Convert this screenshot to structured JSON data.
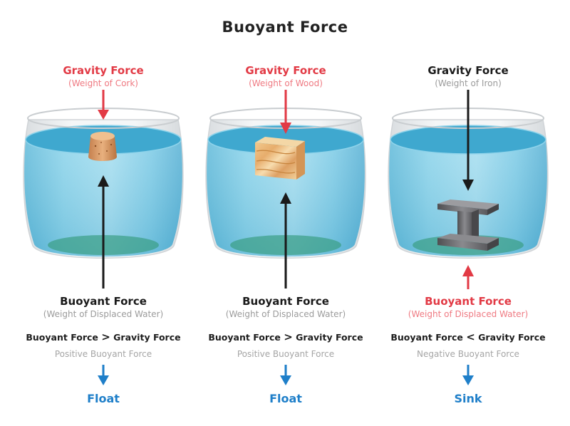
{
  "title": "Buoyant Force",
  "columns": [
    {
      "gravity_label": "Gravity Force",
      "gravity_sub": "(Weight of Cork)",
      "buoyant_label": "Buoyant Force",
      "buoyant_sub": "(Weight of Displaced Water)",
      "comparison_left": "Buoyant Force",
      "comparison_symbol": ">",
      "comparison_right": "Gravity Force",
      "buoyancy_kind": "Positive Buoyant Force",
      "result": "Float",
      "object": "cork"
    },
    {
      "gravity_label": "Gravity Force",
      "gravity_sub": "(Weight of Wood)",
      "buoyant_label": "Buoyant Force",
      "buoyant_sub": "(Weight of Displaced Water)",
      "comparison_left": "Buoyant Force",
      "comparison_symbol": ">",
      "comparison_right": "Gravity Force",
      "buoyancy_kind": "Positive Buoyant Force",
      "result": "Float",
      "object": "wood-block"
    },
    {
      "gravity_label": "Gravity Force",
      "gravity_sub": "(Weight of Iron)",
      "buoyant_label": "Buoyant Force",
      "buoyant_sub": "(Weight of Displaced Water)",
      "comparison_left": "Buoyant Force",
      "comparison_symbol": "<",
      "comparison_right": "Gravity Force",
      "buoyancy_kind": "Negative Buoyant Force",
      "result": "Sink",
      "object": "iron-beam"
    }
  ],
  "colors": {
    "red": "#e23a45",
    "dark": "#1a1a1a",
    "blue": "#1f7fc9",
    "water": "#6cc3e0"
  }
}
